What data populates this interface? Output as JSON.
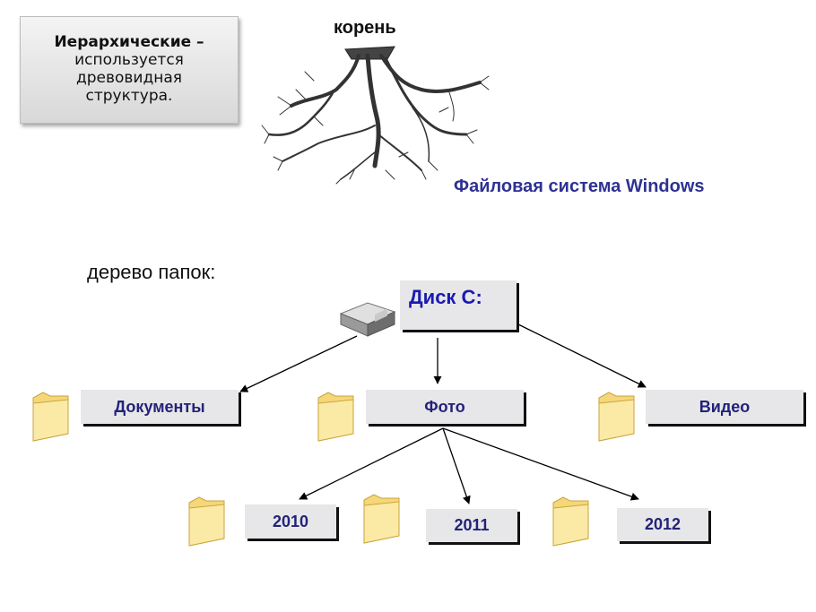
{
  "info_box": {
    "title": "Иерархические –",
    "lines": [
      "используется",
      "древовидная",
      "структура."
    ]
  },
  "root_label": "корень",
  "fs_title": "Файловая система Windows",
  "tree_caption": "дерево папок:",
  "disk": {
    "label": "Диск С:",
    "icon": "hard-drive-icon"
  },
  "level1": [
    {
      "label": "Документы",
      "icon": "folder-icon"
    },
    {
      "label": "Фото",
      "icon": "folder-icon"
    },
    {
      "label": "Видео",
      "icon": "folder-icon"
    }
  ],
  "level2": [
    {
      "label": "2010",
      "icon": "folder-icon"
    },
    {
      "label": "2011",
      "icon": "folder-icon"
    },
    {
      "label": "2012",
      "icon": "folder-icon"
    }
  ],
  "colors": {
    "title_blue": "#2e3192",
    "node_text": "#23237a",
    "disk_text": "#1a1ab0",
    "node_bg": "#e7e7e9",
    "folder": "#f5d77a"
  }
}
